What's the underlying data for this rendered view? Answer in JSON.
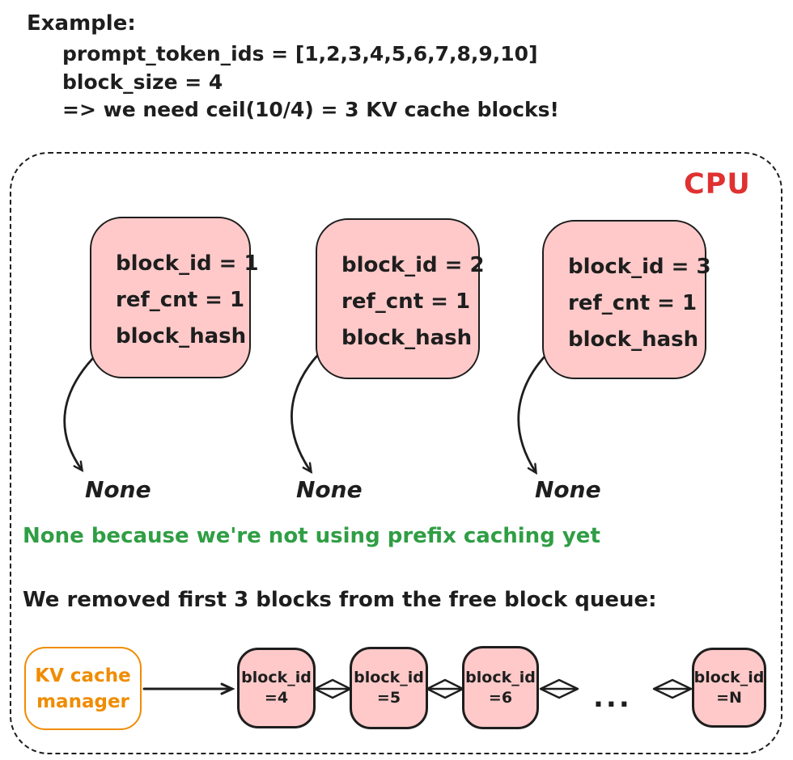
{
  "example": {
    "title": "Example:",
    "lines": [
      "prompt_token_ids = [1,2,3,4,5,6,7,8,9,10]",
      "block_size = 4",
      "=> we need ceil(10/4) = 3 KV cache blocks!"
    ]
  },
  "cpu_label": "CPU",
  "blocks": [
    {
      "lines": [
        "block_id = 1",
        "ref_cnt = 1",
        "block_hash"
      ]
    },
    {
      "lines": [
        "block_id = 2",
        "ref_cnt = 1",
        "block_hash"
      ]
    },
    {
      "lines": [
        "block_id = 3",
        "ref_cnt = 1",
        "block_hash"
      ]
    }
  ],
  "none_labels": [
    "None",
    "None",
    "None"
  ],
  "green_note": "None because we're not using prefix caching yet",
  "queue_caption": "We removed first 3 blocks from the free block queue:",
  "kv_manager": {
    "line1": "KV cache",
    "line2": "manager"
  },
  "queue_blocks": [
    {
      "line1": "block_id",
      "line2": "=4"
    },
    {
      "line1": "block_id",
      "line2": "=5"
    },
    {
      "line1": "block_id",
      "line2": "=6"
    },
    {
      "line1": "block_id",
      "line2": "=N"
    }
  ],
  "ellipsis": "...",
  "colors": {
    "pink_fill": "#ffc9c9",
    "stroke": "#1e1e1e",
    "cpu_red": "#e03131",
    "note_green": "#2f9e44",
    "manager_orange": "#f08c00"
  }
}
